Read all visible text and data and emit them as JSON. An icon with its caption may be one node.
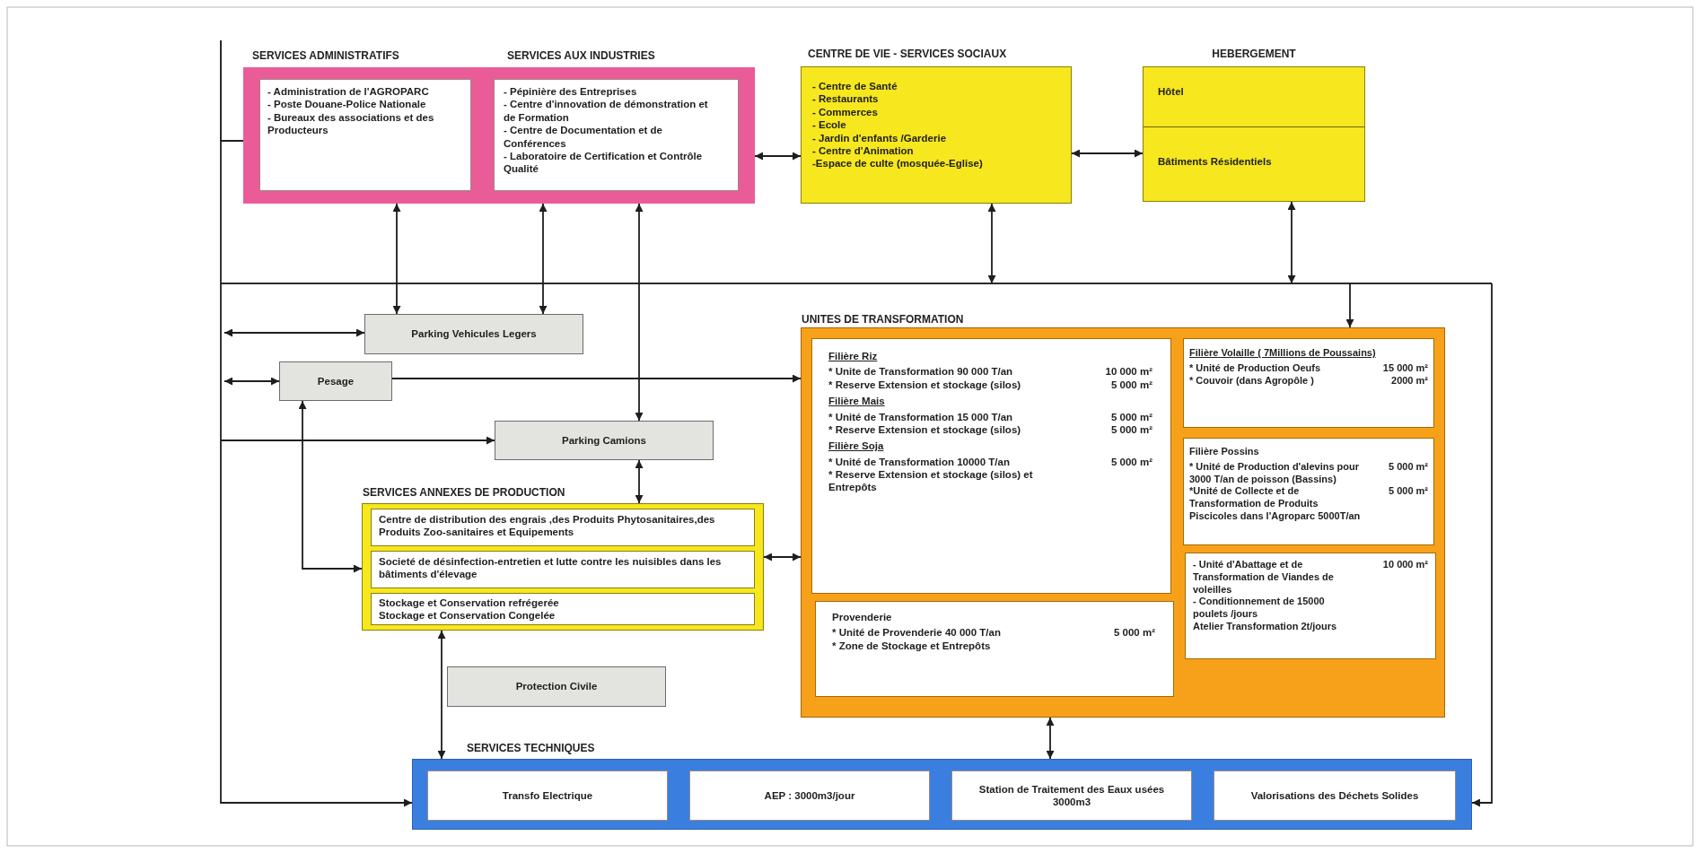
{
  "diagram": {
    "nodes": [
      {
        "text": [],
        "shape": "box"
      },
      {
        "text": [
          "SERVICES ADMINISTRATIFS",
          "- Administration de l'AGROPARC",
          "- Poste Douane-Police Nationale",
          "- Bureaux des associations et des Producteurs"
        ],
        "in": 0
      },
      {
        "text": [
          "SERVICES AUX INDUSTRIES",
          "- Pépinière des Entreprises",
          "- Centre d'innovation de démonstration et de Formation",
          "- Centre de Documentation et de Conférences",
          "- Laboratoire de Certification et Contrôle Qualité"
        ],
        "in": 0
      },
      {
        "text": [
          "CENTRE DE VIE - SERVICES SOCIAUX",
          "- Centre de Santé",
          "- Restaurants",
          "- Commerces",
          "- Ecole",
          "- Jardin d'enfants /Garderie",
          "- Centre d'Animation",
          "-Espace de culte (mosquée-Eglise)"
        ]
      },
      {
        "text": [
          "HEBERGEMENT",
          "Hôtel",
          "Bâtiments Résidentiels"
        ]
      },
      {
        "text": [
          "Parking Vehicules Legers"
        ]
      },
      {
        "text": [
          "Pesage"
        ]
      },
      {
        "text": [
          "Parking Camions"
        ]
      },
      {
        "text": [
          "SERVICES ANNEXES DE PRODUCTION"
        ]
      },
      {
        "text": [
          "Centre de distribution des engrais ,des Produits Phytosanitaires,des Produits Zoo-sanitaires et Equipements"
        ],
        "in": 8
      },
      {
        "text": [
          "Societé de désinfection-entretien et lutte contre les nuisibles dans les bâtiments d'élevage"
        ],
        "in": 8
      },
      {
        "text": [
          "Stockage et Conservation refrégerée",
          "Stockage et Conservation Congelée"
        ],
        "in": 8
      },
      {
        "text": [
          "Protection Civile"
        ]
      },
      {
        "text": [
          "UNITES DE TRANSFORMATION"
        ]
      },
      {
        "text": [
          "Filière Riz",
          "* Unite de Transformation 90 000 T/an",
          "10 000 m²",
          "* Reserve Extension et stockage (silos)",
          "5 000 m²",
          "Filière Mais",
          "* Unité de Transformation 15 000 T/an",
          "5 000 m²",
          "* Reserve Extension et stockage (silos)",
          "5 000 m²",
          "Filière Soja",
          "* Unité de Transformation 10000 T/an",
          "5 000 m²",
          "* Reserve Extension et stockage (silos) et Entrepôts"
        ],
        "in": 13
      },
      {
        "text": [
          "Provenderie",
          "* Unité de Provenderie 40 000 T/an",
          "5 000 m²",
          "* Zone de Stockage et Entrepôts"
        ],
        "in": 13
      },
      {
        "text": [
          "Filière Volaille ( 7Millions de Poussains)",
          "* Unité de Production Oeufs",
          "15 000 m²",
          "* Couvoir (dans Agropôle )",
          "2000 m²"
        ],
        "in": 13
      },
      {
        "text": [
          "Filière Possins",
          "* Unité de Production d'alevins pour 3000 T/an de poisson (Bassins)",
          "5 000 m²",
          "*Unité de Collecte et de Transformation de Produits Piscicoles dans l'Agroparc 5000T/an",
          "5 000 m²"
        ],
        "in": 13
      },
      {
        "text": [
          "- Unité d'Abattage et de Transformation de Viandes de voleilles",
          "10 000 m²",
          "- Conditionnement de 15000 poulets /jours",
          "Atelier Transformation 2t/jours"
        ],
        "in": 13
      },
      {
        "text": [
          "SERVICES TECHNIQUES"
        ]
      },
      {
        "text": [
          "Transfo Electrique"
        ],
        "in": 19
      },
      {
        "text": [
          "AEP : 3000m3/jour"
        ],
        "in": 19
      },
      {
        "text": [
          "Station de Traitement des Eaux usées 3000m3"
        ],
        "in": 19
      },
      {
        "text": [
          "Valorisations des Déchets Solides"
        ],
        "in": 19
      }
    ],
    "edges": [
      {
        "from": 0,
        "to": 3,
        "arrow": "both"
      },
      {
        "from": 3,
        "to": 4,
        "arrow": "both"
      },
      {
        "from": 0,
        "to": 5,
        "arrow": "both"
      },
      {
        "from": 0,
        "to": 5,
        "arrow": "both"
      },
      {
        "from": 0,
        "to": 7,
        "arrow": "both"
      },
      {
        "from": 3,
        "to": null,
        "arrow": "both"
      },
      {
        "from": 4,
        "to": null,
        "arrow": "both"
      },
      {
        "from": null,
        "to": 13,
        "arrow": "to"
      },
      {
        "from": 0,
        "to": 19,
        "arrow": "to"
      },
      {
        "from": null,
        "to": 5,
        "arrow": "both"
      },
      {
        "from": null,
        "to": 6,
        "arrow": "both"
      },
      {
        "from": null,
        "to": 7,
        "arrow": "to"
      },
      {
        "from": 6,
        "to": 13,
        "arrow": "to"
      },
      {
        "from": 6,
        "to": 8,
        "arrow": "both"
      },
      {
        "from": 7,
        "to": 8,
        "arrow": "both"
      },
      {
        "from": 8,
        "to": 13,
        "arrow": "both"
      },
      {
        "from": 8,
        "to": 19,
        "arrow": "both"
      },
      {
        "from": 13,
        "to": 19,
        "arrow": "both"
      },
      {
        "from": null,
        "to": 19,
        "arrow": "to"
      }
    ]
  }
}
